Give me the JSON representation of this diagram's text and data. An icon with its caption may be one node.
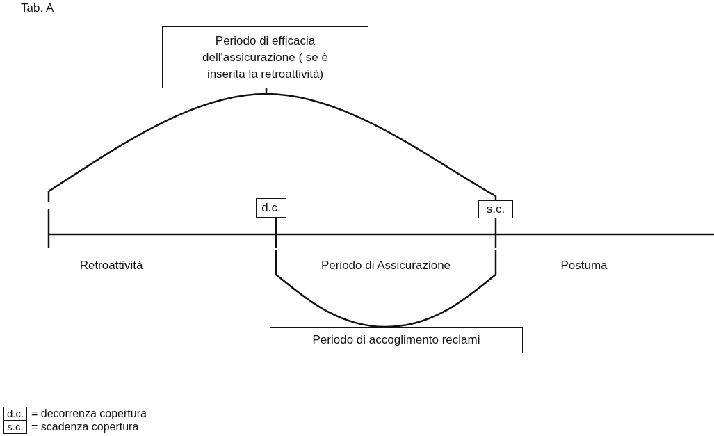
{
  "diagram": {
    "nodes": [
      {
        "text": [
          "Periodo di efficacia dell'assicurazione ( se è inserita la retroattività)"
        ]
      },
      {
        "text": [
          "d.c."
        ]
      },
      {
        "text": [
          "s.c."
        ]
      },
      {
        "text": [
          "Periodo di accoglimento reclami"
        ]
      },
      {
        "text": [
          "d.c."
        ],
        "beside": [
          "= decorrenza copertura"
        ]
      },
      {
        "text": [
          "s.c."
        ],
        "beside": [
          "= scadenza copertura"
        ]
      }
    ],
    "labels": [
      "Tab. A",
      "Retroattività",
      "Periodo di Assicurazione",
      "Postuma"
    ]
  }
}
